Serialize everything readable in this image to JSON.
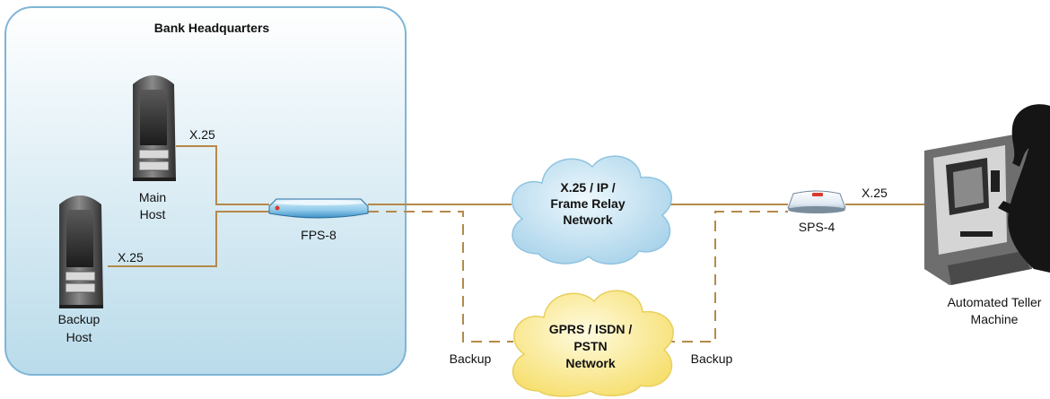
{
  "headquarters": {
    "title": "Bank Headquarters"
  },
  "hosts": {
    "main": {
      "label_line1": "Main",
      "label_line2": "Host",
      "link_label": "X.25"
    },
    "backup": {
      "label_line1": "Backup",
      "label_line2": "Host",
      "link_label": "X.25"
    }
  },
  "devices": {
    "fps8": {
      "label": "FPS-8"
    },
    "sps4": {
      "label": "SPS-4",
      "link_label": "X.25"
    }
  },
  "networks": {
    "primary": {
      "line1": "X.25 / IP /",
      "line2": "Frame Relay",
      "line3": "Network"
    },
    "backup": {
      "line1": "GPRS / ISDN /",
      "line2": "PSTN",
      "line3": "Network"
    }
  },
  "backup_labels": {
    "left": "Backup",
    "right": "Backup"
  },
  "atm": {
    "line1": "Automated Teller",
    "line2": "Machine"
  },
  "colors": {
    "link_line": "#b5894a",
    "hq_border": "#7fb5d6",
    "cloud_primary": "#c5e3f3",
    "cloud_backup": "#fdefa0"
  }
}
